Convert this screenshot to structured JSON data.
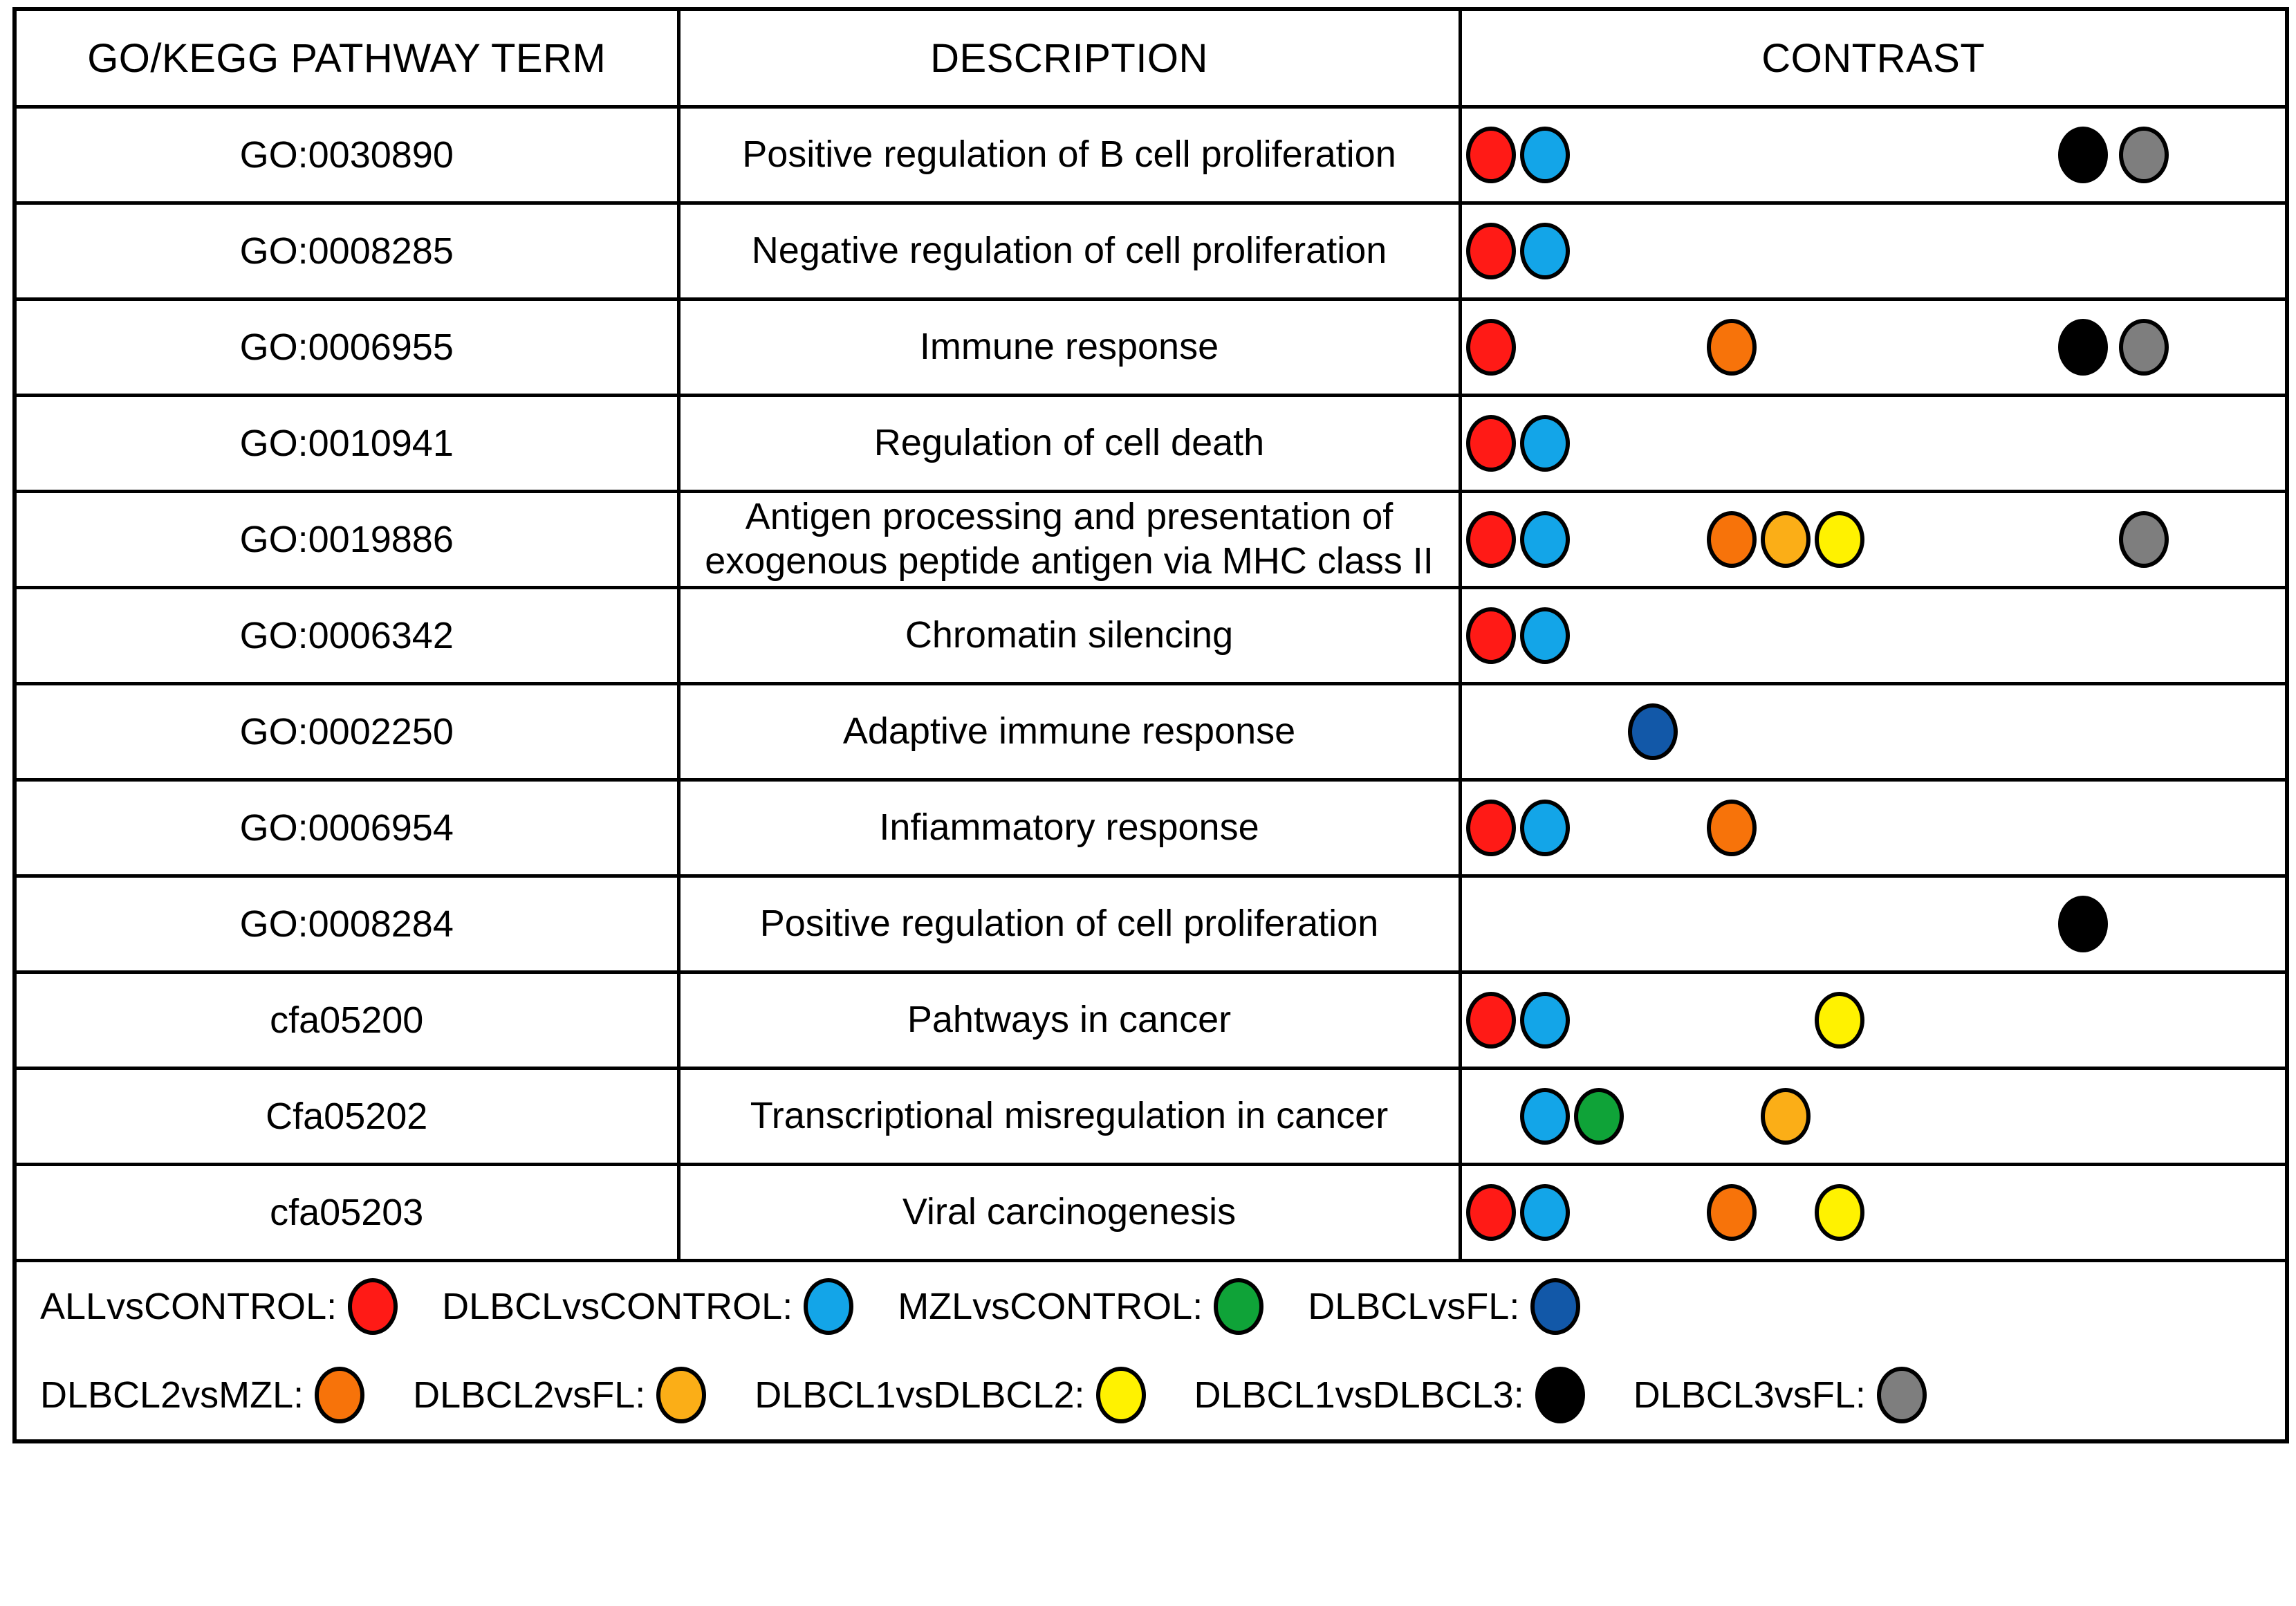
{
  "table": {
    "headers": {
      "term": "GO/KEGG PATHWAY TERM",
      "description": "DESCRIPTION",
      "contrast": "CONTRAST"
    },
    "rows": [
      {
        "term": "GO:0030890",
        "description": "Positive regulation of B cell proliferation",
        "description_line2": "",
        "contrasts": [
          "ALLvsCONTROL",
          "DLBCLvsCONTROL",
          "DLBCL1vsDLBCL3",
          "DLBCL3vsFL"
        ]
      },
      {
        "term": "GO:0008285",
        "description": "Negative regulation of cell proliferation",
        "description_line2": "",
        "contrasts": [
          "ALLvsCONTROL",
          "DLBCLvsCONTROL"
        ]
      },
      {
        "term": "GO:0006955",
        "description": "Immune response",
        "description_line2": "",
        "contrasts": [
          "ALLvsCONTROL",
          "DLBCL2vsMZL",
          "DLBCL1vsDLBCL3",
          "DLBCL3vsFL"
        ]
      },
      {
        "term": "GO:0010941",
        "description": "Regulation of cell death",
        "description_line2": "",
        "contrasts": [
          "ALLvsCONTROL",
          "DLBCLvsCONTROL"
        ]
      },
      {
        "term": "GO:0019886",
        "description": "Antigen processing and presentation of",
        "description_line2": "exogenous peptide antigen via MHC class II",
        "contrasts": [
          "ALLvsCONTROL",
          "DLBCLvsCONTROL",
          "DLBCL2vsMZL",
          "DLBCL2vsFL",
          "DLBCL1vsDLBCL2",
          "DLBCL3vsFL"
        ]
      },
      {
        "term": "GO:0006342",
        "description": "Chromatin silencing",
        "description_line2": "",
        "contrasts": [
          "ALLvsCONTROL",
          "DLBCLvsCONTROL"
        ]
      },
      {
        "term": "GO:0002250",
        "description": "Adaptive immune response",
        "description_line2": "",
        "contrasts": [
          "DLBCLvsFL"
        ]
      },
      {
        "term": "GO:0006954",
        "description": "Infiammatory response",
        "description_line2": "",
        "contrasts": [
          "ALLvsCONTROL",
          "DLBCLvsCONTROL",
          "DLBCL2vsMZL"
        ]
      },
      {
        "term": "GO:0008284",
        "description": "Positive regulation of cell proliferation",
        "description_line2": "",
        "contrasts": [
          "DLBCL1vsDLBCL3"
        ]
      },
      {
        "term": "cfa05200",
        "description": "Pahtways in cancer",
        "description_line2": "",
        "contrasts": [
          "ALLvsCONTROL",
          "DLBCLvsCONTROL",
          "DLBCL1vsDLBCL2"
        ]
      },
      {
        "term": "Cfa05202",
        "description": "Transcriptional misregulation in cancer",
        "description_line2": "",
        "contrasts": [
          "DLBCLvsCONTROL",
          "MZLvsCONTROL",
          "DLBCL2vsFL"
        ]
      },
      {
        "term": "cfa05203",
        "description": "Viral carcinogenesis",
        "description_line2": "",
        "contrasts": [
          "ALLvsCONTROL",
          "DLBCLvsCONTROL",
          "DLBCL2vsMZL",
          "DLBCL1vsDLBCL2"
        ]
      }
    ]
  },
  "legend": {
    "row1": [
      {
        "label": "ALLvsCONTROL:",
        "color": "#FF1A16"
      },
      {
        "label": "DLBCLvsCONTROL:",
        "color": "#13A5E8"
      },
      {
        "label": "MZLvsCONTROL:",
        "color": "#0FA338"
      },
      {
        "label": "DLBCLvsFL:",
        "color": "#1258A8"
      }
    ],
    "row2": [
      {
        "label": "DLBCL2vsMZL:",
        "color": "#F7730A"
      },
      {
        "label": "DLBCL2vsFL:",
        "color": "#FBAE17"
      },
      {
        "label": "DLBCL1vsDLBCL2:",
        "color": "#FFF200"
      },
      {
        "label": "DLBCL1vsDLBCL3:",
        "color": "#000000"
      },
      {
        "label": "DLBCL3vsFL:",
        "color": "#7E7E7E"
      }
    ]
  },
  "contrast_colors": {
    "ALLvsCONTROL": "#FF1A16",
    "DLBCLvsCONTROL": "#13A5E8",
    "MZLvsCONTROL": "#0FA338",
    "DLBCLvsFL": "#1258A8",
    "DLBCL2vsMZL": "#F7730A",
    "DLBCL2vsFL": "#FBAE17",
    "DLBCL1vsDLBCL2": "#FFF200",
    "DLBCL1vsDLBCL3": "#000000",
    "DLBCL3vsFL": "#7E7E7E"
  },
  "contrast_slots": {
    "ALLvsCONTROL": 42,
    "DLBCLvsCONTROL": 120,
    "MZLvsCONTROL": 198,
    "DLBCLvsFL": 276,
    "DLBCL2vsMZL": 390,
    "DLBCL2vsFL": 468,
    "DLBCL1vsDLBCL2": 546,
    "DLBCL1vsDLBCL3": 898,
    "DLBCL3vsFL": 986
  },
  "chart_data": {
    "type": "heatmap",
    "title": "GO/KEGG pathway enrichment by contrast",
    "xlabel": "CONTRAST",
    "ylabel": "GO/KEGG PATHWAY TERM",
    "categories": [
      "GO:0030890",
      "GO:0008285",
      "GO:0006955",
      "GO:0010941",
      "GO:0019886",
      "GO:0006342",
      "GO:0002250",
      "GO:0006954",
      "GO:0008284",
      "cfa05200",
      "Cfa05202",
      "cfa05203"
    ],
    "series": [
      {
        "name": "ALLvsCONTROL",
        "color": "#FF1A16",
        "values": [
          1,
          1,
          1,
          1,
          1,
          1,
          0,
          1,
          0,
          1,
          0,
          1
        ]
      },
      {
        "name": "DLBCLvsCONTROL",
        "color": "#13A5E8",
        "values": [
          1,
          1,
          0,
          1,
          1,
          1,
          0,
          1,
          0,
          1,
          1,
          1
        ]
      },
      {
        "name": "MZLvsCONTROL",
        "color": "#0FA338",
        "values": [
          0,
          0,
          0,
          0,
          0,
          0,
          0,
          0,
          0,
          0,
          1,
          0
        ]
      },
      {
        "name": "DLBCLvsFL",
        "color": "#1258A8",
        "values": [
          0,
          0,
          0,
          0,
          0,
          0,
          1,
          0,
          0,
          0,
          0,
          0
        ]
      },
      {
        "name": "DLBCL2vsMZL",
        "color": "#F7730A",
        "values": [
          0,
          0,
          1,
          0,
          1,
          0,
          0,
          1,
          0,
          0,
          0,
          1
        ]
      },
      {
        "name": "DLBCL2vsFL",
        "color": "#FBAE17",
        "values": [
          0,
          0,
          0,
          0,
          1,
          0,
          0,
          0,
          0,
          0,
          1,
          0
        ]
      },
      {
        "name": "DLBCL1vsDLBCL2",
        "color": "#FFF200",
        "values": [
          0,
          0,
          0,
          0,
          1,
          0,
          0,
          0,
          0,
          1,
          0,
          1
        ]
      },
      {
        "name": "DLBCL1vsDLBCL3",
        "color": "#000000",
        "values": [
          1,
          0,
          1,
          0,
          0,
          0,
          0,
          0,
          1,
          0,
          0,
          0
        ]
      },
      {
        "name": "DLBCL3vsFL",
        "color": "#7E7E7E",
        "values": [
          1,
          0,
          1,
          0,
          1,
          0,
          0,
          0,
          0,
          0,
          0,
          0
        ]
      }
    ],
    "grid": true,
    "legend_position": "bottom"
  }
}
